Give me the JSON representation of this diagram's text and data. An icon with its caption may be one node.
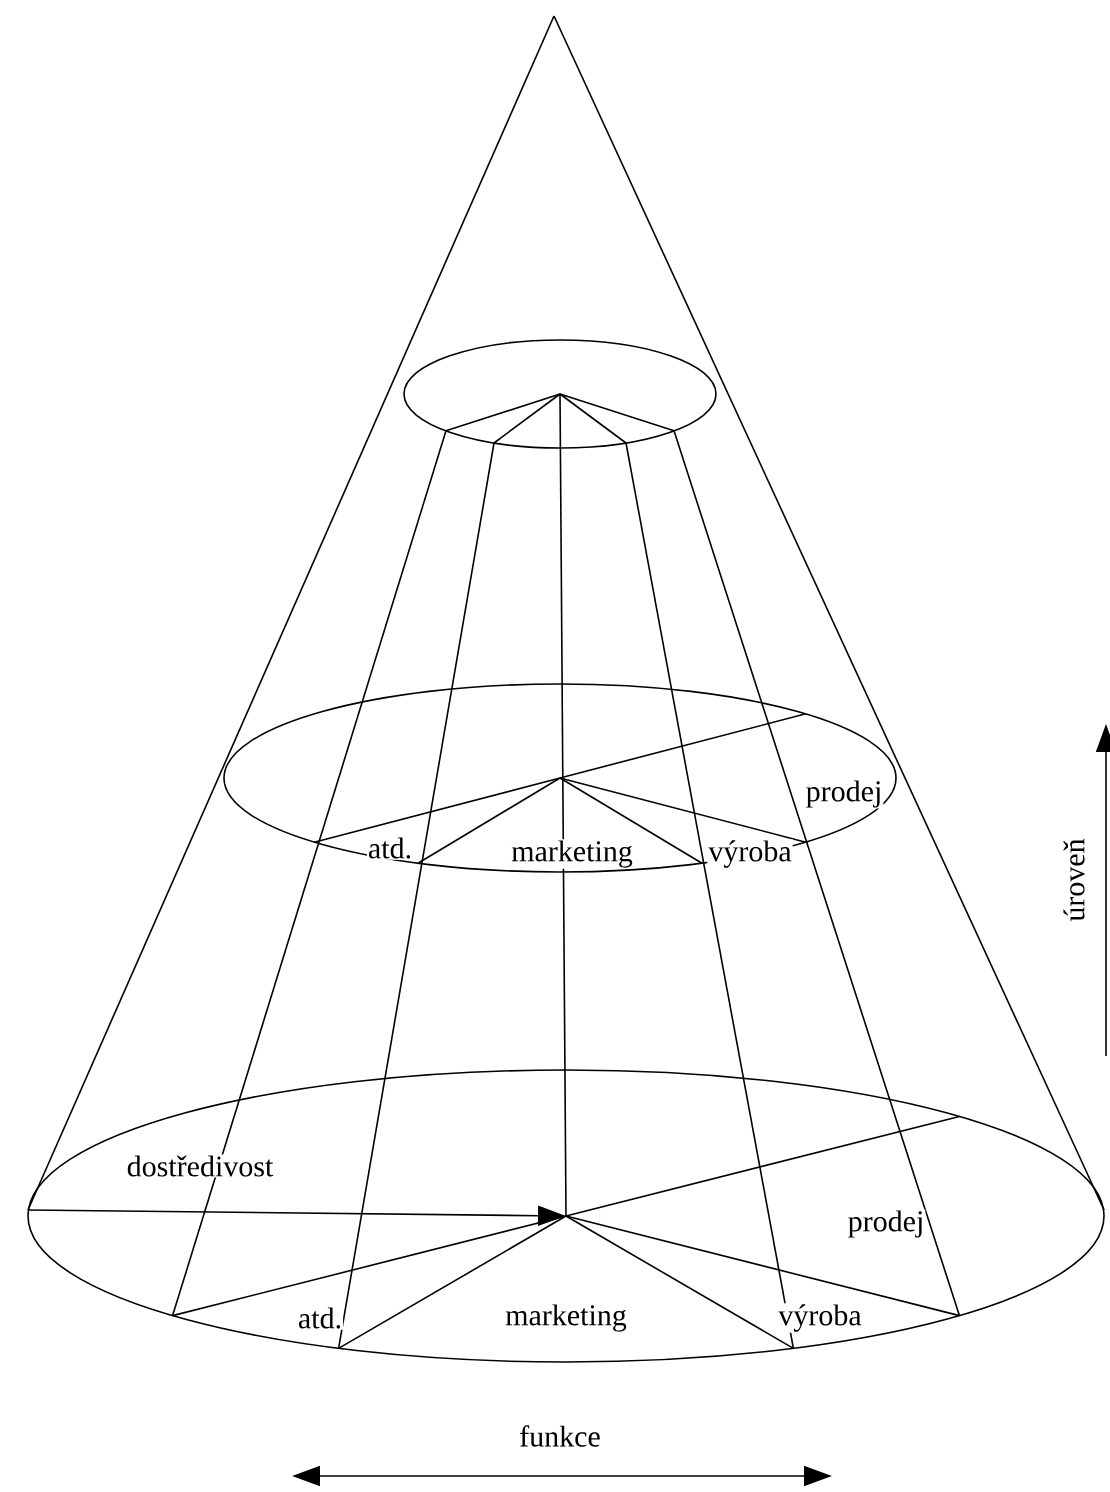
{
  "diagram": {
    "labels": [
      "prodej",
      "atd.",
      "marketing",
      "výroba",
      "úroveň",
      "dostředivost",
      "prodej",
      "atd.",
      "marketing",
      "výroba",
      "funkce"
    ]
  }
}
